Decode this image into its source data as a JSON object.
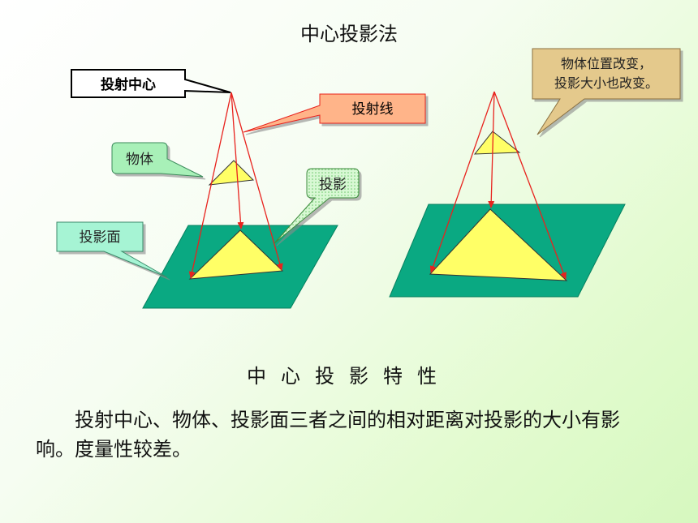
{
  "title": "中心投影法",
  "labels": {
    "projection_center": "投射中心",
    "projection_line": "投射线",
    "object": "物体",
    "projection": "投影",
    "projection_plane": "投影面",
    "note_line1": "物体位置改变，",
    "note_line2": "投影大小也改变。"
  },
  "subtitle": "中心投影特性",
  "paragraph": "投射中心、物体、投影面三者之间的相对距离对投影的大小有影响。度量性较差。",
  "colors": {
    "plane": "#0aa982",
    "triangle": "#ffff66",
    "ray": "#e8231e",
    "center_box": "#ffffff",
    "line_label": "#ffb489",
    "object_label": "#a8f0b8",
    "plane_label": "#a6f4d4",
    "projection_label": "#ccf7cc",
    "note": "#e4c98c"
  }
}
